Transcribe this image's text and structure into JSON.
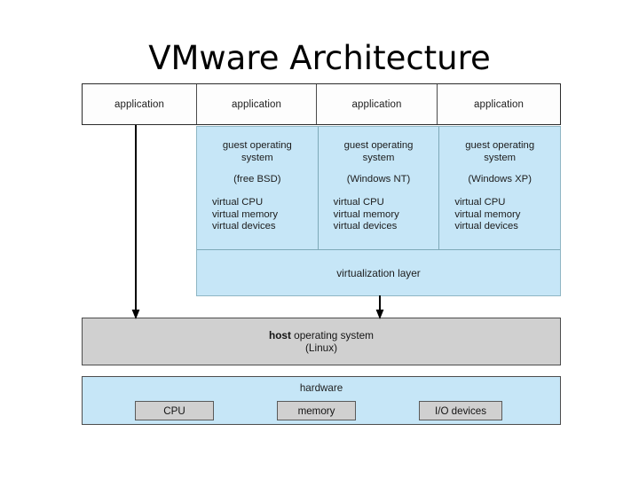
{
  "slide": {
    "title": "VMware Architecture"
  },
  "diagram": {
    "application_row": {
      "cells": [
        {
          "label": "application"
        },
        {
          "label": "application"
        },
        {
          "label": "application"
        },
        {
          "label": "application"
        }
      ]
    },
    "guest_columns": [
      {
        "title": "guest operating\nsystem",
        "title_line1": "guest operating",
        "title_line2": "system",
        "os": "(free BSD)",
        "resources": [
          "virtual CPU",
          "virtual memory",
          "virtual devices"
        ]
      },
      {
        "title_line1": "guest operating",
        "title_line2": "system",
        "os": "(Windows NT)",
        "resources": [
          "virtual CPU",
          "virtual memory",
          "virtual devices"
        ]
      },
      {
        "title_line1": "guest operating",
        "title_line2": "system",
        "os": "(Windows XP)",
        "resources": [
          "virtual CPU",
          "virtual memory",
          "virtual devices"
        ]
      }
    ],
    "virtualization_layer": {
      "label": "virtualization layer"
    },
    "host_os": {
      "line1": "host operating system",
      "line1_strong": "host",
      "line1_rest": " operating system",
      "line2": "(Linux)"
    },
    "hardware": {
      "label": "hardware",
      "components": [
        {
          "label": "CPU"
        },
        {
          "label": "memory"
        },
        {
          "label": "I/O devices"
        }
      ]
    },
    "arrows": [
      {
        "name": "application-to-host-arrow",
        "direction": "down"
      },
      {
        "name": "virtualization-to-host-arrow",
        "direction": "down"
      }
    ],
    "colors": {
      "virtual_blue": "#c6e6f7",
      "host_gray": "#d0d0d0",
      "border_dark": "#2b2b2b",
      "background": "#ffffff"
    }
  }
}
